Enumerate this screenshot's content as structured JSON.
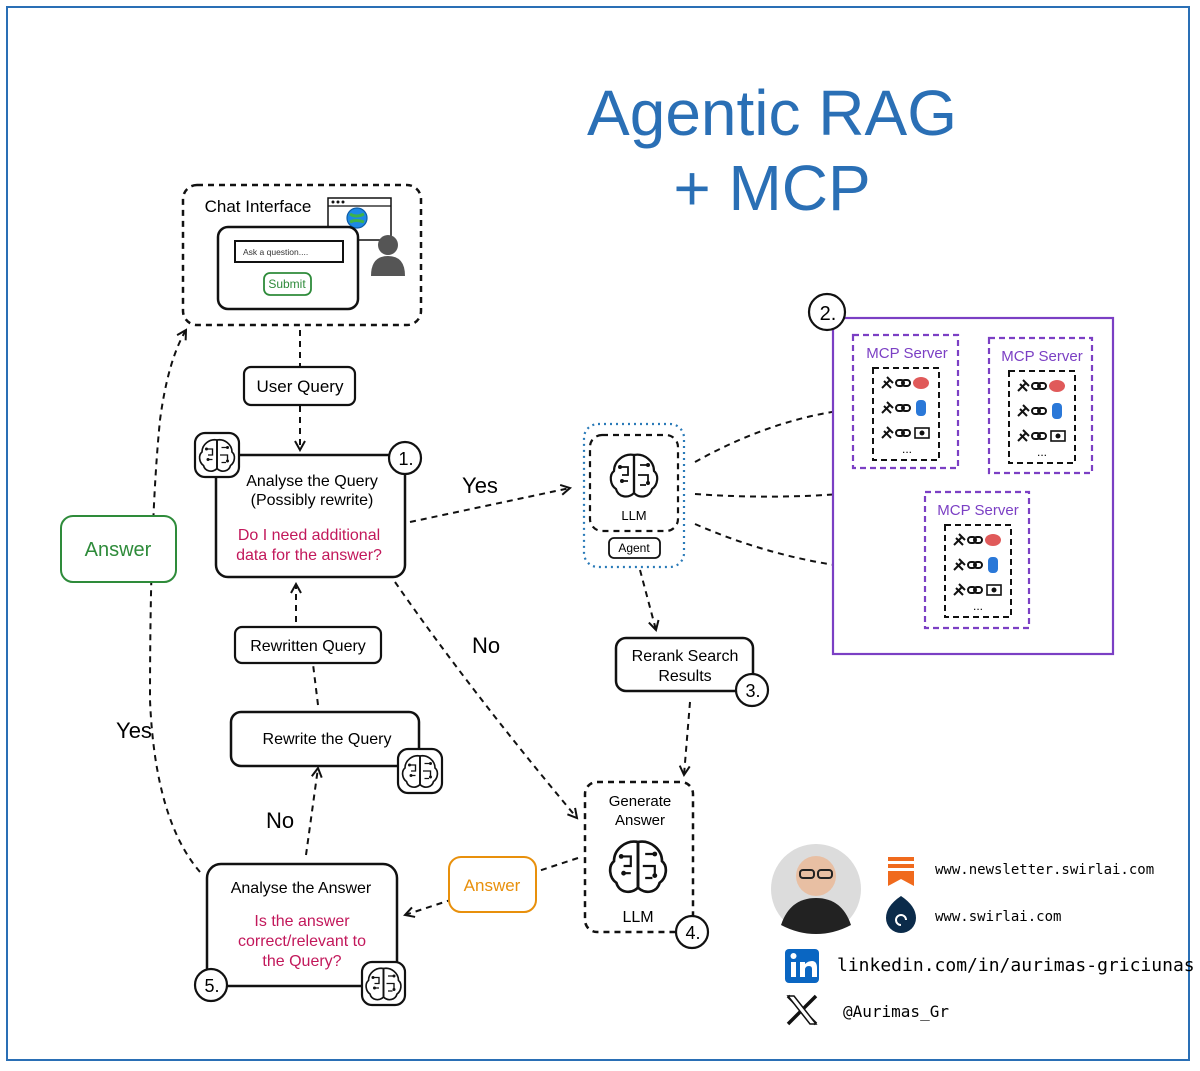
{
  "title": {
    "line1": "Agentic RAG",
    "line2": "+ MCP",
    "color": "#2a6fb5"
  },
  "chat": {
    "title": "Chat Interface",
    "input_placeholder": "Ask a question....",
    "submit_label": "Submit",
    "icons": [
      "browser-globe-icon",
      "user-icon"
    ]
  },
  "labels": {
    "user_query": "User Query",
    "rewritten_query": "Rewritten Query",
    "rewrite_query": "Rewrite the Query",
    "rerank_line1": "Rerank Search",
    "rerank_line2": "Results",
    "yes_top": "Yes",
    "no_middle": "No",
    "no_lower": "No",
    "yes_left": "Yes",
    "answer_left": "Answer",
    "answer_mid": "Answer"
  },
  "analyse_query": {
    "step": "1.",
    "line1": "Analyse the Query",
    "line2": "(Possibly rewrite)",
    "question_line1": "Do I need additional",
    "question_line2": "data for the answer?"
  },
  "agent": {
    "llm_label": "LLM",
    "agent_label": "Agent"
  },
  "mcp": {
    "step": "2.",
    "servers": [
      {
        "title": "MCP Server",
        "ellipsis": "..."
      },
      {
        "title": "MCP Server",
        "ellipsis": "..."
      },
      {
        "title": "MCP Server",
        "ellipsis": "..."
      }
    ],
    "icons": [
      "tools-icon",
      "link-icon",
      "database-icon",
      "card-icon"
    ]
  },
  "rerank": {
    "step": "3."
  },
  "generate": {
    "step": "4.",
    "line1": "Generate",
    "line2": "Answer",
    "llm_label": "LLM"
  },
  "analyse_answer": {
    "step": "5.",
    "title": "Analyse the Answer",
    "q_line1": "Is the answer",
    "q_line2": "correct/relevant to",
    "q_line3": "the Query?"
  },
  "social": {
    "newsletter": "www.newsletter.swirlai.com",
    "website": "www.swirlai.com",
    "linkedin": "linkedin.com/in/aurimas-griciunas",
    "x_handle": "@Aurimas_Gr",
    "icons": [
      "substack-icon",
      "swirlai-icon",
      "linkedin-icon",
      "x-icon"
    ]
  },
  "colors": {
    "magenta": "#c2185b",
    "green": "#2e8b3a",
    "orange": "#e8900c",
    "purple": "#7b3fc4",
    "blue_dotted": "#2a7ab8",
    "red_db": "#e05a5a",
    "blue_db": "#2a78d8"
  }
}
